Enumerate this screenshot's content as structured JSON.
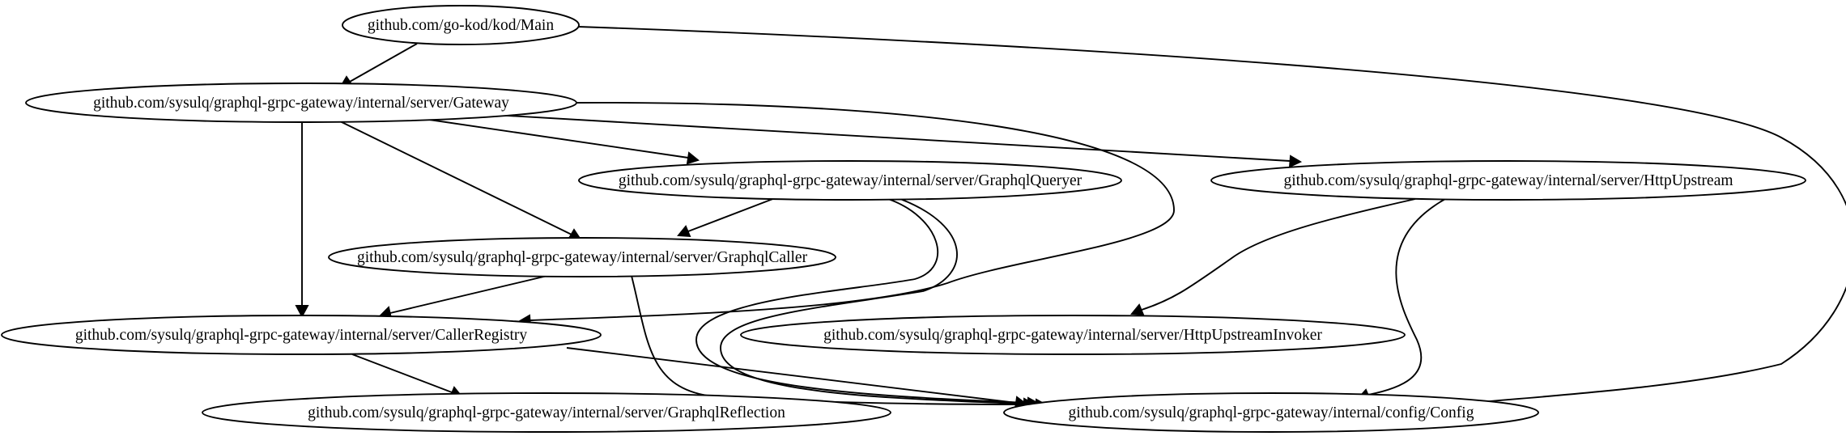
{
  "nodes": {
    "main": {
      "label": "github.com/go-kod/kod/Main"
    },
    "gateway": {
      "label": "github.com/sysulq/graphql-grpc-gateway/internal/server/Gateway"
    },
    "graphql_queryer": {
      "label": "github.com/sysulq/graphql-grpc-gateway/internal/server/GraphqlQueryer"
    },
    "http_upstream": {
      "label": "github.com/sysulq/graphql-grpc-gateway/internal/server/HttpUpstream"
    },
    "graphql_caller": {
      "label": "github.com/sysulq/graphql-grpc-gateway/internal/server/GraphqlCaller"
    },
    "caller_registry": {
      "label": "github.com/sysulq/graphql-grpc-gateway/internal/server/CallerRegistry"
    },
    "http_upstream_invoker": {
      "label": "github.com/sysulq/graphql-grpc-gateway/internal/server/HttpUpstreamInvoker"
    },
    "graphql_reflection": {
      "label": "github.com/sysulq/graphql-grpc-gateway/internal/server/GraphqlReflection"
    },
    "config": {
      "label": "github.com/sysulq/graphql-grpc-gateway/internal/config/Config"
    }
  },
  "edges": [
    {
      "from": "main",
      "to": "gateway"
    },
    {
      "from": "main",
      "to": "config"
    },
    {
      "from": "gateway",
      "to": "graphql_queryer"
    },
    {
      "from": "gateway",
      "to": "http_upstream"
    },
    {
      "from": "gateway",
      "to": "graphql_caller"
    },
    {
      "from": "gateway",
      "to": "caller_registry"
    },
    {
      "from": "gateway",
      "to": "config"
    },
    {
      "from": "graphql_queryer",
      "to": "graphql_caller"
    },
    {
      "from": "graphql_queryer",
      "to": "caller_registry"
    },
    {
      "from": "graphql_queryer",
      "to": "config"
    },
    {
      "from": "http_upstream",
      "to": "http_upstream_invoker"
    },
    {
      "from": "http_upstream",
      "to": "config"
    },
    {
      "from": "graphql_caller",
      "to": "caller_registry"
    },
    {
      "from": "graphql_caller",
      "to": "config"
    },
    {
      "from": "caller_registry",
      "to": "graphql_reflection"
    },
    {
      "from": "caller_registry",
      "to": "config"
    }
  ]
}
